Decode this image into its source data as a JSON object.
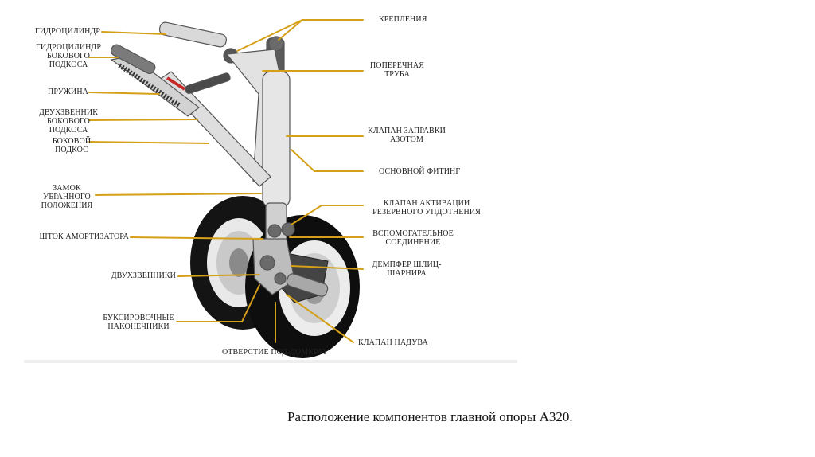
{
  "caption": "Расположение компонентов главной опоры A320.",
  "colors": {
    "leader": "#d4a017",
    "strut": "#dcdcdc",
    "tire": "#111111"
  },
  "labels": {
    "hydrocylinder": [
      "ГИДРОЦИЛИНДР"
    ],
    "side_hydrocylinder": [
      "ГИДРОЦИЛИНДР",
      "БОКОВОГО",
      "ПОДКОСА"
    ],
    "spring": [
      "ПРУЖИНА"
    ],
    "side_link": [
      "ДВУХЗВЕННИК",
      "БОКОВОГО",
      "ПОДКОСА"
    ],
    "side_brace": [
      "БОКОВОЙ",
      "ПОДКОС"
    ],
    "uplock": [
      "ЗАМОК",
      "УБРАННОГО",
      "ПОЛОЖЕНИЯ"
    ],
    "shock_rod": [
      "ШТОК АМОРТИЗАТОРА"
    ],
    "torque_links": [
      "ДВУХЗВЕННИКИ"
    ],
    "tow_fittings": [
      "БУКСИРОВОЧНЫЕ",
      "НАКОНЕЧНИКИ"
    ],
    "jack_point": [
      "ОТВЕРСТИЕ ПОД ДОМКРАТ"
    ],
    "attachments": [
      "КРЕПЛЕНИЯ"
    ],
    "cross_tube": [
      "ПОПЕРЕЧНАЯ",
      "ТРУБА"
    ],
    "nitrogen_valve": [
      "КЛАПАН ЗАПРАВКИ",
      "АЗОТОМ"
    ],
    "main_fitting": [
      "ОСНОВНОЙ ФИТИНГ"
    ],
    "backup_seal_valve": [
      "КЛАПАН АКТИВАЦИИ",
      "РЕЗЕРВНОГО УПДОТНЕНИЯ"
    ],
    "aux_connection": [
      "ВСПОМОГАТЕЛЬНОЕ",
      "СОЕДИНЕНИЕ"
    ],
    "torque_damper": [
      "ДЕМПФЕР ШЛИЦ-",
      "ШАРНИРА"
    ],
    "inflation_valve": [
      "КЛАПАН НАДУВА"
    ]
  }
}
